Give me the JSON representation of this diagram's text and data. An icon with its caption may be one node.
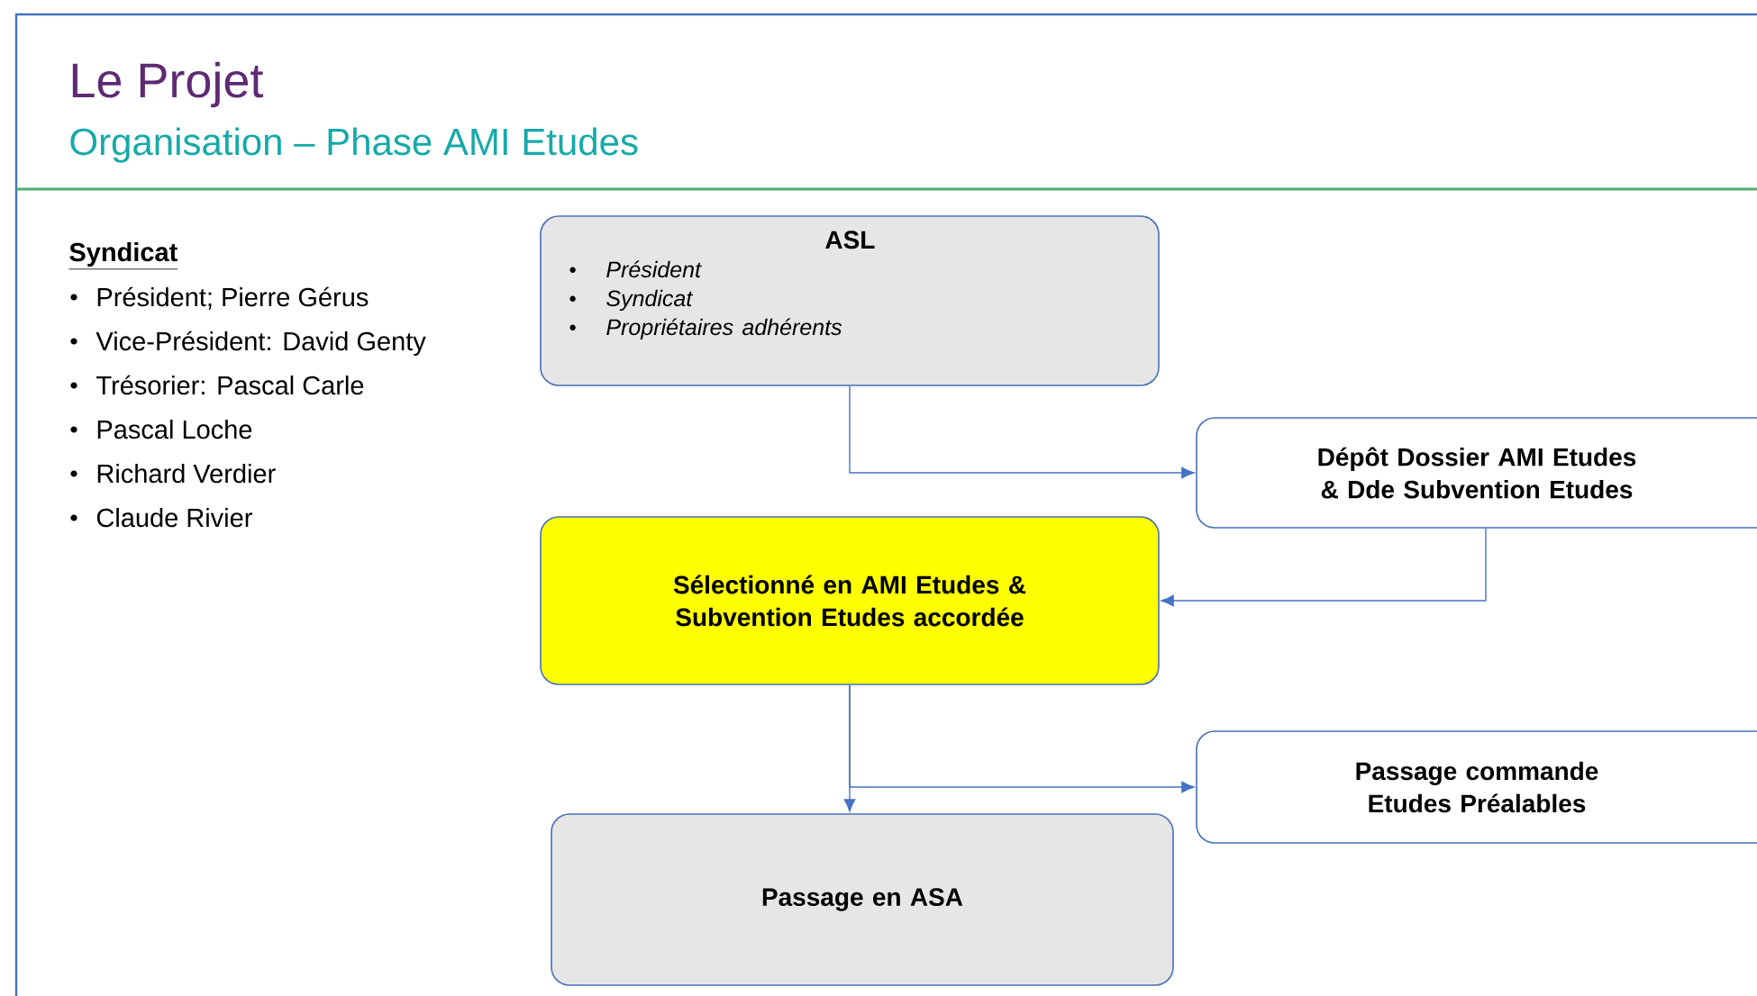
{
  "diagram": {
    "title": "Le Projet",
    "nodes": [
      {
        "text": [
          "ASL",
          "Président",
          "Syndicat",
          "Propriétaires adhérents"
        ]
      },
      {
        "text": [
          "Dépôt Dossier AMI Etudes & Dde Subvention Etudes"
        ]
      },
      {
        "text": [
          "Sélectionné en AMI Etudes & Subvention Etudes accordée"
        ]
      },
      {
        "text": [
          "Passage commande Etudes Préalables"
        ]
      },
      {
        "text": [
          "Passage en ASA"
        ]
      }
    ],
    "edges": [
      {
        "from": 0,
        "to": 1,
        "arrow": "to"
      },
      {
        "from": 1,
        "to": 2,
        "arrow": "to"
      },
      {
        "from": 2,
        "to": 4,
        "arrow": "to"
      },
      {
        "from": 2,
        "to": 3,
        "arrow": "to"
      }
    ],
    "labels": [
      "Organisation – Phase AMI Etudes",
      "Syndicat",
      "Président; Pierre Gérus",
      "Vice-Président: David Genty",
      "Trésorier: Pascal Carle",
      "Pascal Loche",
      "Richard Verdier",
      "Claude Rivier"
    ]
  }
}
